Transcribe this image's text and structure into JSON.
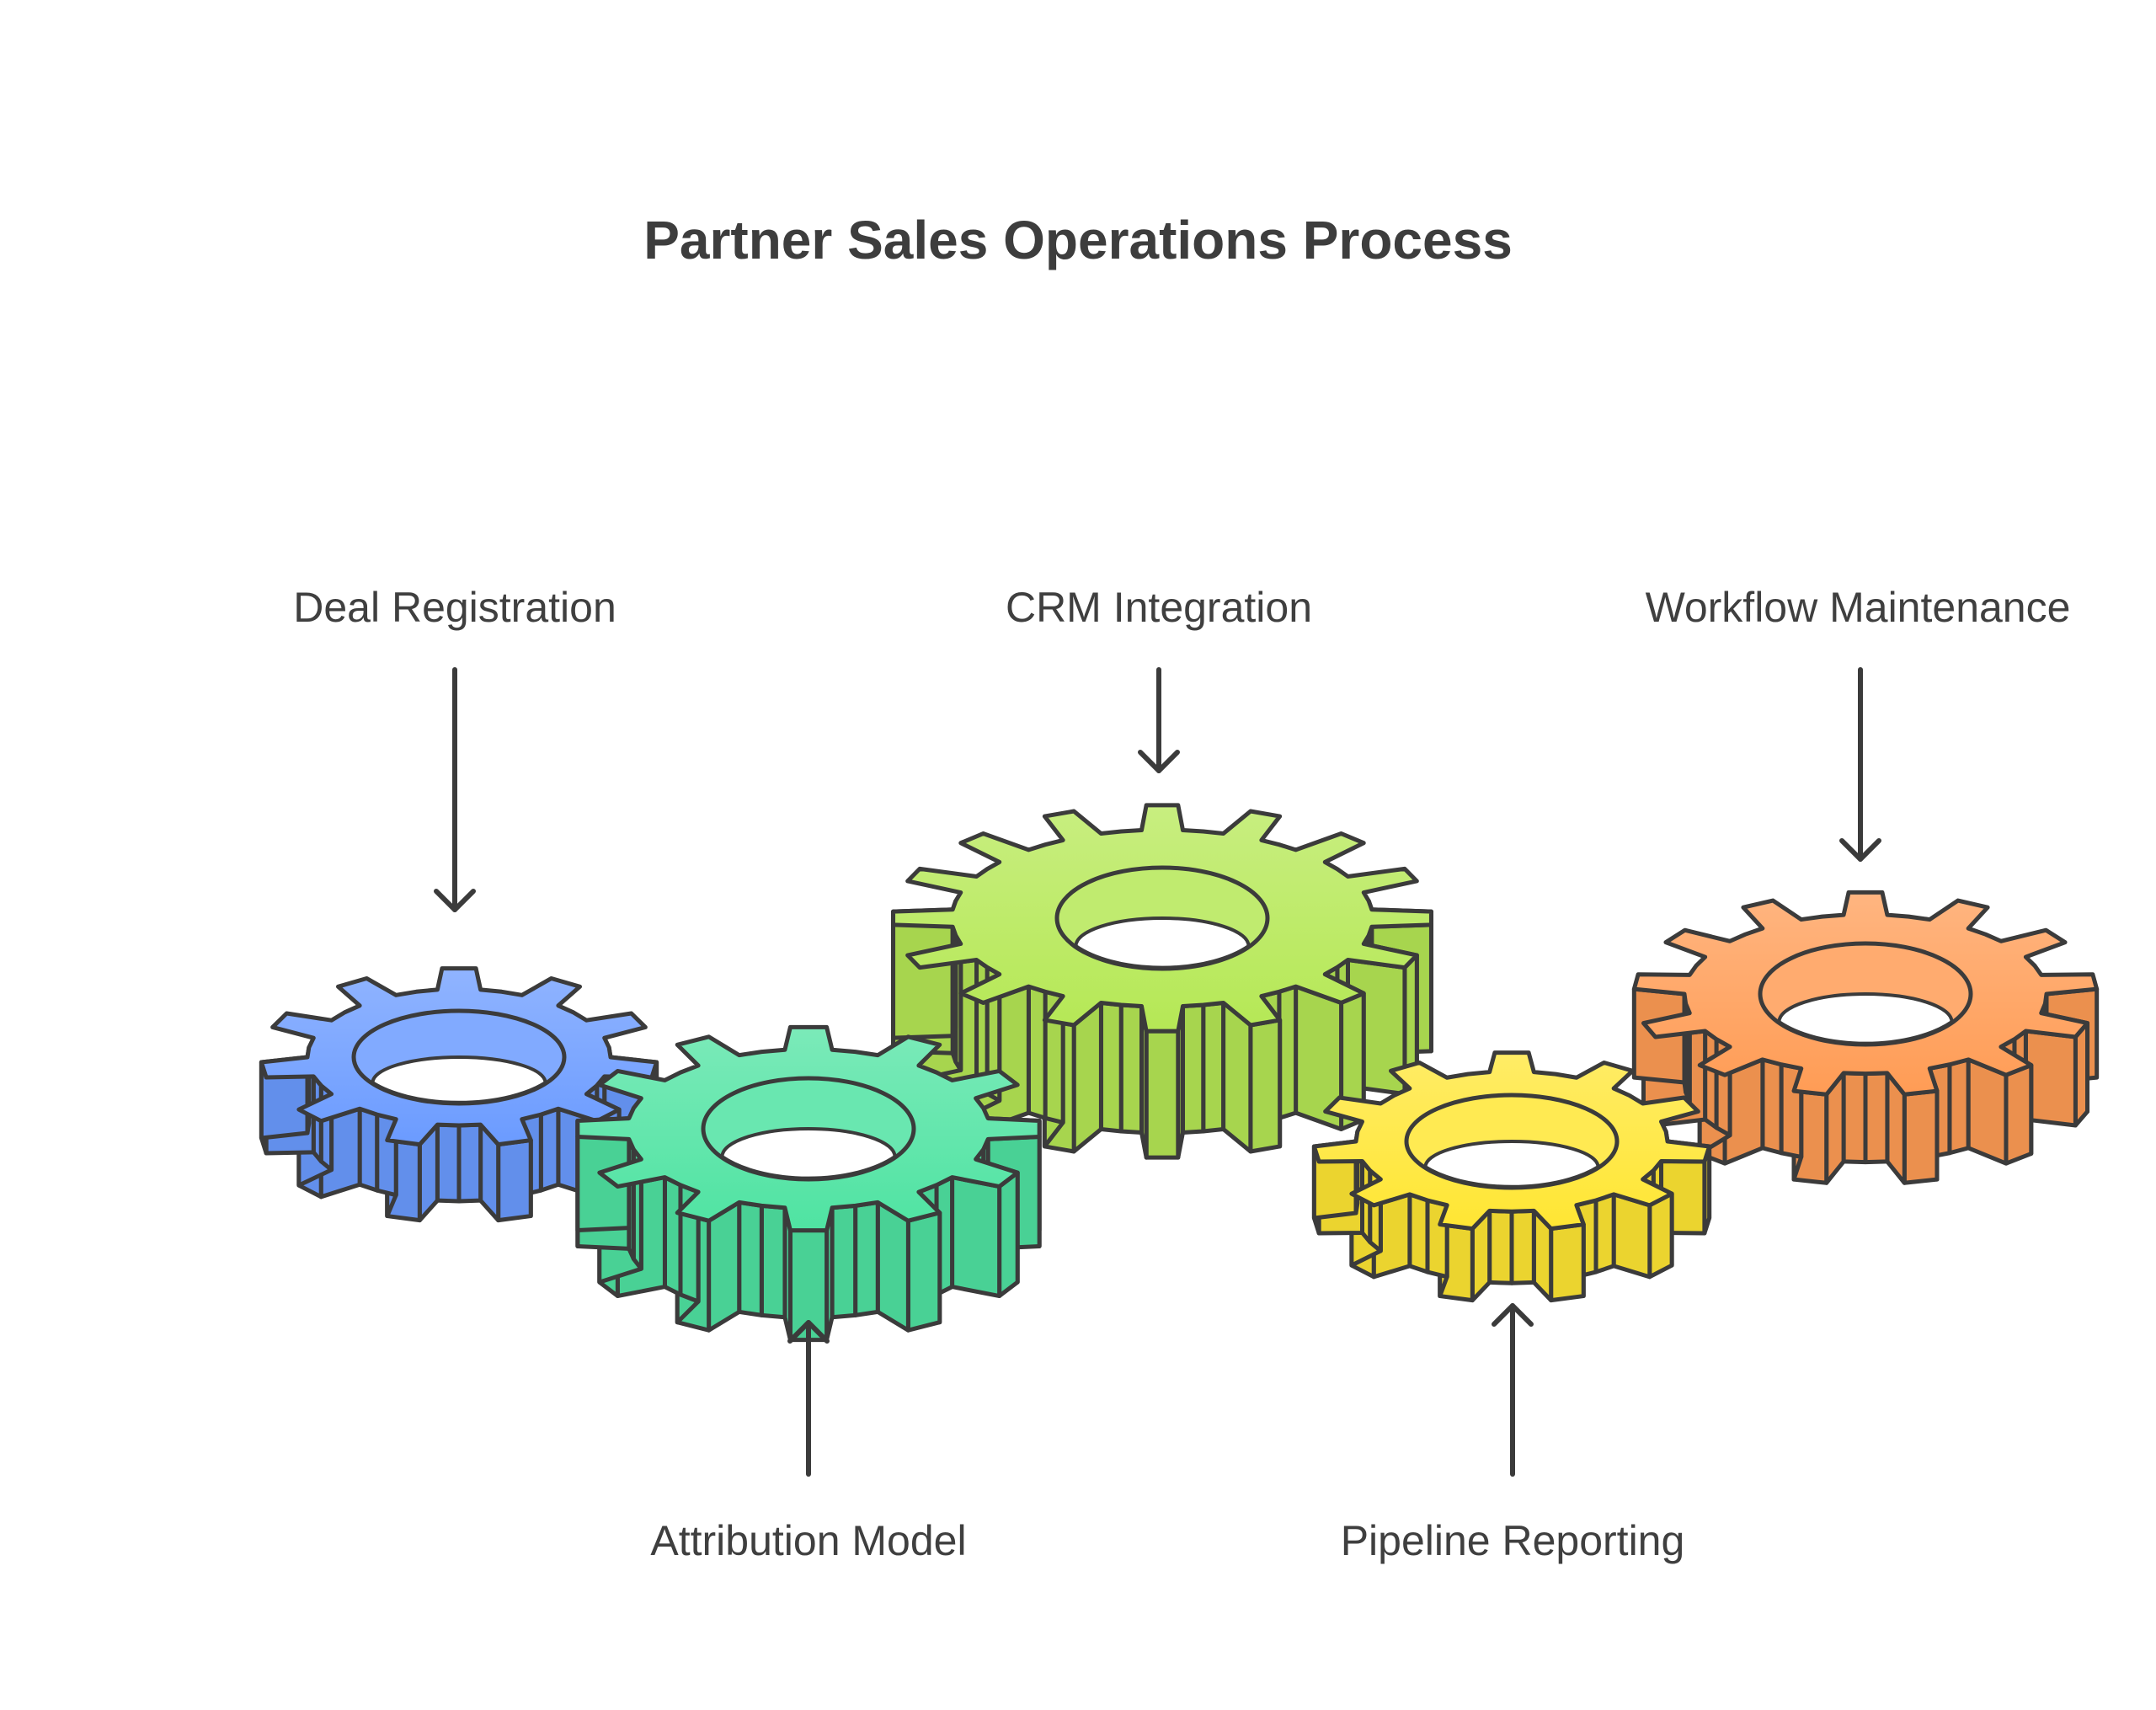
{
  "title": "Partner Sales Operations Process",
  "stages": [
    {
      "label": "Deal Registration",
      "color": "#6b9bff"
    },
    {
      "label": "Attribution Model",
      "color": "#4fe3a2"
    },
    {
      "label": "CRM Integration",
      "color": "#b5e855"
    },
    {
      "label": "Pipeline Reporting",
      "color": "#ffe633"
    },
    {
      "label": "Workflow Maintenance",
      "color": "#ff9c55"
    }
  ],
  "stroke_color": "#3b3b3b"
}
